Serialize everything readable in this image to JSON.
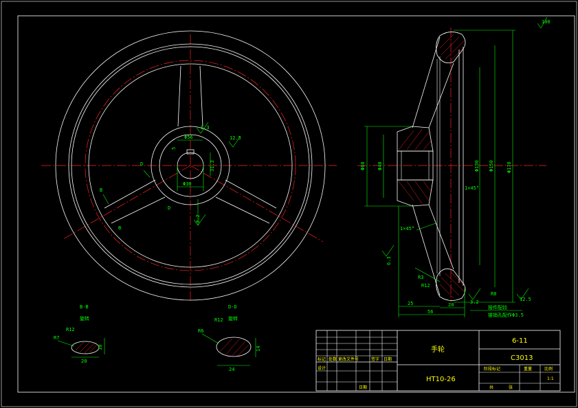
{
  "title_block": {
    "part_name": "手轮",
    "drawing_no": "6-11",
    "product_code": "C3013",
    "material": "HT10-26",
    "scale": "1:1",
    "row_labels": [
      "标记",
      "处数",
      "更改文件号",
      "签字",
      "日期"
    ],
    "designer_label": "设计",
    "date_label": "日期",
    "stage_label": "阶段标记",
    "weight_label": "重量",
    "scale_label": "比例",
    "sheet_label": "共",
    "sheet_of_label": "张"
  },
  "views": {
    "section_b": {
      "label": "B-B",
      "sub": "旋转"
    },
    "section_d": {
      "label": "D-D",
      "sub": "旋转"
    }
  },
  "markers": {
    "b_upper": "B",
    "b_lower": "B",
    "d_left": "D",
    "d_lower": "D"
  },
  "dimensions": {
    "front": [
      "Φ56",
      "6.3",
      "Φ30",
      "5",
      "12.5",
      "31.3",
      "3.2"
    ],
    "side": [
      "Φ60",
      "Φ40",
      "Φ130",
      "Φ150",
      "Φ178",
      "1×45°",
      "1×45°",
      "6.3",
      "R3",
      "R12",
      "25",
      "20",
      "56",
      "3.2",
      "12.5",
      "R8"
    ],
    "section_b": [
      "R7",
      "R12",
      "20",
      "10"
    ],
    "section_d": [
      "R6",
      "R12",
      "24",
      "14"
    ],
    "roughness_corner": "100"
  },
  "notes": {
    "note1": "按件配铰",
    "note2": "锥销孔配作Φ3.5"
  }
}
